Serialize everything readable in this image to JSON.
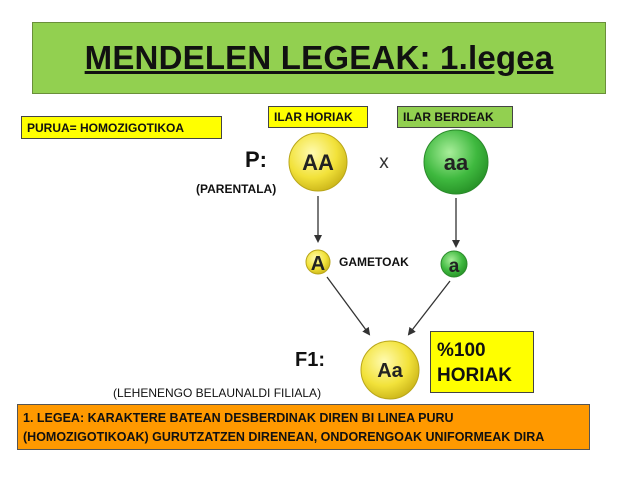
{
  "title": "MENDELEN LEGEAK: 1.legea",
  "pure_label": "PURUA= HOMOZIGOTIKOA",
  "yellow_peas_label": "ILAR HORIAK",
  "green_peas_label": "ILAR BERDEAK",
  "p_label": "P:",
  "parental_label": "(PARENTALA)",
  "cross_symbol": "x",
  "parent_yellow_genotype": "AA",
  "parent_green_genotype": "aa",
  "gamete_yellow": "A",
  "gamete_green": "a",
  "gametes_label": "GAMETOAK",
  "f1_label": "F1:",
  "f1_description": "(LEHENENGO BELAUNALDI FILIALA)",
  "f1_genotype": "Aa",
  "result_line1": "%100",
  "result_line2": "HORIAK",
  "law_line1": "1. LEGEA: KARAKTERE BATEAN DESBERDINAK DIREN BI LINEA PURU",
  "law_line2": "(HOMOZIGOTIKOAK) GURUTZATZEN DIRENEAN, ONDORENGOAK UNIFORMEAK DIRA",
  "colors": {
    "title_green": "#92d050",
    "yellow": "#ffff00",
    "orange": "#ff9900",
    "pea_yellow": "#f2e23a",
    "pea_green": "#3fb93f"
  }
}
